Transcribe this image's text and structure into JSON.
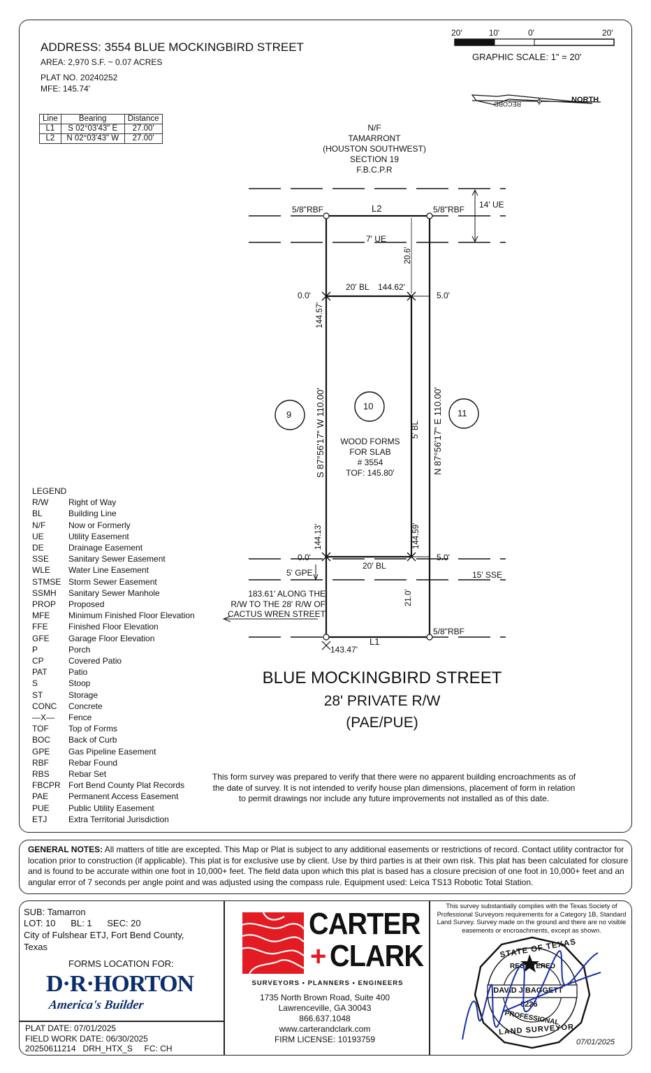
{
  "header": {
    "address": "ADDRESS:  3554 BLUE MOCKINGBIRD STREET",
    "area": "AREA: 2,970 S.F. ~ 0.07 ACRES",
    "plat_no": "PLAT NO. 20240252",
    "mfe": "MFE: 145.74'"
  },
  "scale": {
    "ticks": [
      "20'",
      "10'",
      "0'",
      "20'"
    ],
    "label": "GRAPHIC SCALE: 1\" = 20'"
  },
  "north_arrow": {
    "north": "NORTH",
    "record": "RECORD"
  },
  "line_table": {
    "headers": [
      "Line",
      "Bearing",
      "Distance"
    ],
    "rows": [
      [
        "L1",
        "S 02°03'43\" E",
        "27.00'"
      ],
      [
        "L2",
        "N 02°03'43\" W",
        "27.00'"
      ]
    ]
  },
  "neighbor_top": [
    "N/F",
    "TAMARRONT",
    "(HOUSTON SOUTHWEST)",
    "SECTION 19",
    "F.B.C.P.R"
  ],
  "plat": {
    "rbf_tl": "5/8\"RBF",
    "rbf_tr": "5/8\"RBF",
    "rbf_br": "5/8\"RBF",
    "l2": "L2",
    "l1": "L1",
    "ue14": "14' UE",
    "ue7": "7' UE",
    "dim_206": "20.6'",
    "zero_top": "0.0'",
    "bl20_top": "20' BL",
    "d14462": "144.62'",
    "five_top": "5.0'",
    "d14457": "144.57'",
    "west_bearing": "S 87°56'17\" W  110.00'",
    "east_bearing": "N 87°56'17\" E  110.00'",
    "lot9": "9",
    "lot10": "10",
    "lot11": "11",
    "bl5": "5' BL",
    "form_lines": [
      "WOOD FORMS",
      "FOR SLAB",
      "# 3554",
      "TOF: 145.80'"
    ],
    "d14413": "144.13'",
    "d14459": "144.59'",
    "zero_bot": "0.0'",
    "five_bot": "5.0'",
    "bl20_bot": "20' BL",
    "gpe5": "5' GPE",
    "sse15": "15' SSE",
    "d210": "21.0'",
    "d14347": "143.47'",
    "callout": [
      "183.61' ALONG THE",
      "R/W TO THE 28' R/W OF",
      "CACTUS WREN STREET"
    ]
  },
  "street": {
    "name": "BLUE MOCKINGBIRD STREET",
    "row": "28' PRIVATE R/W",
    "type": "(PAE/PUE)"
  },
  "disclaimer": [
    "This form survey was prepared to verify that there were no apparent building encroachments as of",
    "the date of survey. It is not intended to verify house plan dimensions, placement of form in relation",
    "to permit drawings nor include any future improvements not installed as of this date."
  ],
  "legend": {
    "title": "LEGEND",
    "items": [
      [
        "R/W",
        "Right of Way"
      ],
      [
        "BL",
        "Building Line"
      ],
      [
        "N/F",
        "Now or Formerly"
      ],
      [
        "UE",
        "Utility Easement"
      ],
      [
        "DE",
        "Drainage Easement"
      ],
      [
        "SSE",
        "Sanitary Sewer Easement"
      ],
      [
        "WLE",
        "Water Line Easement"
      ],
      [
        "STMSE",
        "Storm Sewer Easement"
      ],
      [
        "SSMH",
        "Sanitary Sewer Manhole"
      ],
      [
        "PROP",
        "Proposed"
      ],
      [
        "MFE",
        "Minimum Finished Floor Elevation"
      ],
      [
        "FFE",
        "Finished Floor Elevation"
      ],
      [
        "GFE",
        "Garage Floor Elevation"
      ],
      [
        "P",
        "Porch"
      ],
      [
        "CP",
        "Covered Patio"
      ],
      [
        "PAT",
        "Patio"
      ],
      [
        "S",
        "Stoop"
      ],
      [
        "ST",
        "Storage"
      ],
      [
        "CONC",
        "Concrete"
      ],
      [
        "—X—",
        "Fence"
      ],
      [
        "TOF",
        "Top of Forms"
      ],
      [
        "BOC",
        "Back of Curb"
      ],
      [
        "GPE",
        "Gas Pipeline Easement"
      ],
      [
        "RBF",
        "Rebar Found"
      ],
      [
        "RBS",
        "Rebar Set"
      ],
      [
        "FBCPR",
        "Fort Bend County Plat Records"
      ],
      [
        "PAE",
        "Permanent Access Easement"
      ],
      [
        "PUE",
        "Public Utility Easement"
      ],
      [
        "ETJ",
        "Extra Territorial Jurisdiction"
      ]
    ]
  },
  "general_notes": {
    "label": "GENERAL NOTES:",
    "text": " All matters of title are excepted. This Map or Plat is subject to any additional easements or restrictions of record. Contact utility contractor for location prior to construction (if applicable). This plat is for exclusive use by client. Use by third parties is at their own risk. This plat has been calculated for closure and is found to be accurate within one foot in 10,000+ feet. The field data upon which this plat is based has a closure precision of one foot in 10,000+ feet and an angular error of 7 seconds per angle point and was adjusted using the compass rule. Equipment used: Leica TS13 Robotic Total Station."
  },
  "footer_left": {
    "sub": "SUB: Tamarron",
    "lot_line": "LOT: 10      BL: 1      SEC: 20",
    "city": "City of Fulshear ETJ, Fort Bend County,",
    "state": "Texas",
    "forms_for": "FORMS LOCATION FOR:",
    "horton": "D·R·HORTON",
    "horton_tag": "America's Builder",
    "plat_date": "PLAT DATE: 07/01/2025",
    "field_date": "FIELD WORK DATE: 06/30/2025",
    "job": "20250611214   DRH_HTX_S     FC: CH"
  },
  "footer_mid": {
    "brand1": "CARTER",
    "brand2": "CLARK",
    "plus": "+",
    "tagline": "SURVEYORS ▪ PLANNERS ▪ ENGINEERS",
    "addr1": "1735 North Brown Road, Suite 400",
    "addr2": "Lawrenceville, GA 30043",
    "phone": "866.637.1048",
    "web": "www.carterandclark.com",
    "license": "FIRM LICENSE: 10193759"
  },
  "footer_right": {
    "statement": [
      "This survey substantially complies with the Texas Society of",
      "Professional Surveyors requirements for a Category 1B, Standard",
      "Land Survey. Survey made on the ground and there are no visible",
      "easements or encroachments, except as shown."
    ],
    "seal_top": "STATE OF TEXAS",
    "seal_registered": "REGISTERED",
    "seal_name": "DAVID J BAGGETT",
    "seal_number": "6226",
    "seal_professional": "PROFESSIONAL",
    "seal_bottom": "LAND SURVEYOR",
    "date": "07/01/2025"
  }
}
